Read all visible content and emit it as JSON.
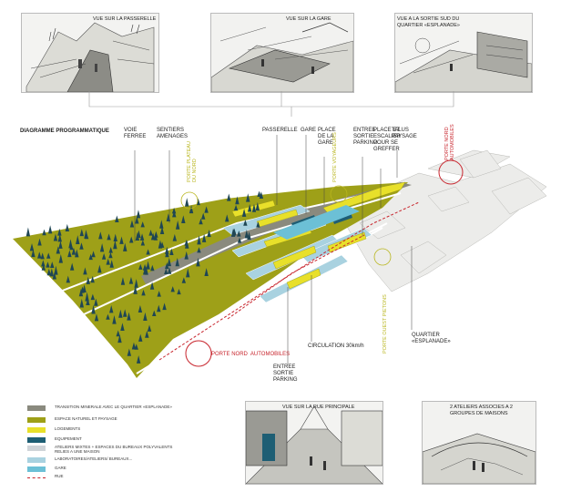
{
  "sketches": {
    "top_left": {
      "caption": "VUE SUR LA PASSERELLE"
    },
    "top_center": {
      "caption": "VUE SUR LA GARE"
    },
    "top_right": {
      "caption": "VUE A LA SORTIE SUD DU\nQUARTIER «ESPLANADE»"
    },
    "bottom_center": {
      "caption": "VUE SUR LA RUE PRINCIPALE"
    },
    "bottom_right": {
      "caption": "2 ATELIERS ASSOCIES A 2\nGROUPES DE MAISONS"
    }
  },
  "title": "DIAGRAMME PROGRAMMATIQUE",
  "labels": {
    "voie_ferree": "VOIE\nFERREE",
    "sentiers": "SENTIERS\nAMENAGES",
    "porte_plateau": "PORTE PLATEAU\nDU NORD",
    "passerelle": "PASSERELLE",
    "gare": "GARE",
    "place_gare": "PLACE\nDE LA\nGARE",
    "porte_voyageurs": "PORTE VOYAGEURS",
    "entree_parking_top": "ENTREE\nSORTIE\nPARKING",
    "place_escalier": "PLACE ET\nESCALIER\nPOUR SE\nGREFFER",
    "talus": "TALUS\nPAYSAGE",
    "porte_nord_auto": "PORTE NORD\nAUTOMOBILES",
    "porte_nord_bottom": "PORTE NORD  AUTOMOBILES",
    "entree_parking_bottom": "ENTREE\nSORTIE\nPARKING",
    "circulation": "CIRCULATION 30km/h",
    "porte_ouest": "PORTE OUEST PIETONS",
    "quartier": "QUARTIER\n«ESPLANADE»"
  },
  "legend": [
    {
      "text": "TRANSITION MINERALE AVEC LE QUARTIER «ESPLANADE»",
      "color": "#8a8a7e"
    },
    {
      "text": "ESPACE NATUREL ET PAYSAGE",
      "color": "#9ea018"
    },
    {
      "text": "LOGEMENTS",
      "color": "#e8e02a"
    },
    {
      "text": "EQUIPEMENT",
      "color": "#1e5e74"
    },
    {
      "text": "ATELIERS MIXTES + ESPACES DU BUREAUX POLYVALENTS\nRELIES A UNE MAISON",
      "color": "#cfd4d8"
    },
    {
      "text": "LABORATOIRES/ATELIERS/ BUREAUX...",
      "color": "#a9d2e0"
    },
    {
      "text": "GARE",
      "color": "#6cc0d6"
    },
    {
      "text": "RUE",
      "color": "#c8262e"
    }
  ],
  "colors": {
    "grass": "#9ea018",
    "trees": "#1f4654",
    "housing": "#e8e02a",
    "road": "#c8262e",
    "light_blue": "#a9d2e0"
  }
}
